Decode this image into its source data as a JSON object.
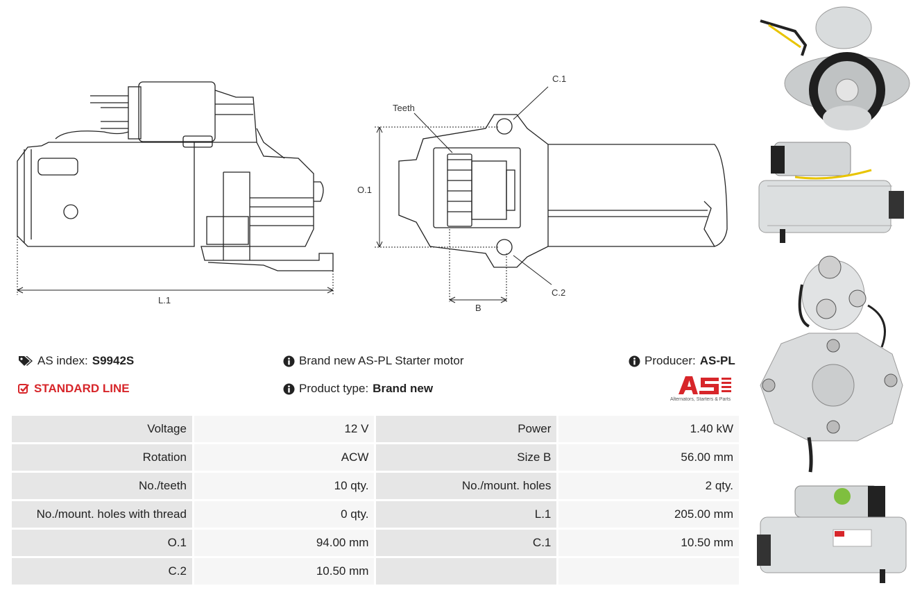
{
  "drawing": {
    "labels": {
      "l1": "L.1",
      "o1": "O.1",
      "c1": "C.1",
      "c2": "C.2",
      "b": "B",
      "teeth": "Teeth"
    }
  },
  "info": {
    "as_index_label": "AS index:",
    "as_index_value": "S9942S",
    "standard_line": "STANDARD LINE",
    "description": "Brand new AS-PL Starter motor",
    "product_type_label": "Product type:",
    "product_type_value": "Brand new",
    "producer_label": "Producer:",
    "producer_value": "AS-PL"
  },
  "logo": {
    "text": "AS",
    "tagline": "Alternators, Starters & Parts"
  },
  "colors": {
    "accent_red": "#d7262a",
    "table_bg": "#e6e6e6"
  },
  "specs": {
    "rows": [
      {
        "l1": "Voltage",
        "v1": "12 V",
        "l2": "Power",
        "v2": "1.40 kW"
      },
      {
        "l1": "Rotation",
        "v1": "ACW",
        "l2": "Size B",
        "v2": "56.00 mm"
      },
      {
        "l1": "No./teeth",
        "v1": "10 qty.",
        "l2": "No./mount. holes",
        "v2": "2 qty."
      },
      {
        "l1": "No./mount. holes with thread",
        "v1": "0 qty.",
        "l2": "L.1",
        "v2": "205.00 mm"
      },
      {
        "l1": "O.1",
        "v1": "94.00 mm",
        "l2": "C.1",
        "v2": "10.50 mm"
      },
      {
        "l1": "C.2",
        "v1": "10.50 mm",
        "l2": "",
        "v2": ""
      }
    ]
  }
}
